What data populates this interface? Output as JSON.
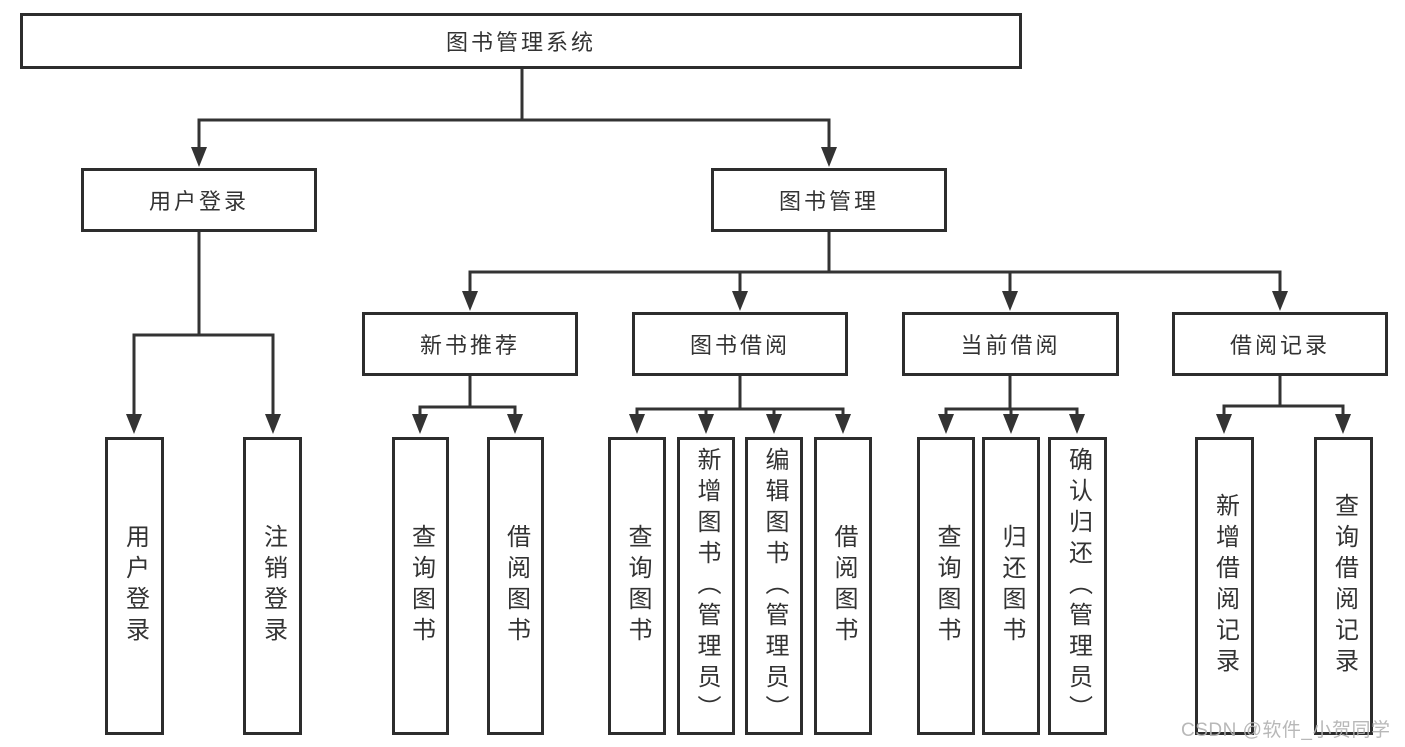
{
  "diagram": {
    "root": {
      "label": "图书管理系统"
    },
    "level2": [
      {
        "label": "用户登录"
      },
      {
        "label": "图书管理"
      }
    ],
    "level3": [
      {
        "label": "新书推荐"
      },
      {
        "label": "图书借阅"
      },
      {
        "label": "当前借阅"
      },
      {
        "label": "借阅记录"
      }
    ],
    "leaves": {
      "user_login": [
        "用户登录",
        "注销登录"
      ],
      "new_book": [
        "查询图书",
        "借阅图书"
      ],
      "book_borrow": [
        "查询图书",
        "新增图书（管理员）",
        "编辑图书（管理员）",
        "借阅图书"
      ],
      "current_borrow": [
        "查询图书",
        "归还图书",
        "确认归还（管理员）"
      ],
      "borrow_records": [
        "新增借阅记录",
        "查询借阅记录"
      ]
    }
  },
  "colors": {
    "line": "#333333",
    "box_border": "#2d2d2d",
    "text": "#333333",
    "watermark": "#b2b2b2",
    "background": "#ffffff"
  },
  "watermark": {
    "text": "CSDN @软件_小贺同学"
  }
}
